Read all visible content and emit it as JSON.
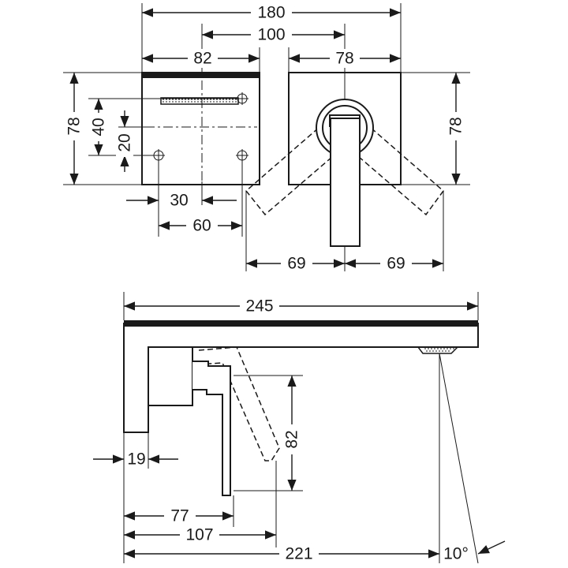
{
  "front_view": {
    "overall_width": "180",
    "handle_offset": "100",
    "plate_width_left": "82",
    "plate_width_right": "78",
    "plate_height_left": "78",
    "plate_height_right": "78",
    "hole_spacing_vertical": "40",
    "hole_offset_vertical": "20",
    "hole_offset_horizontal": "30",
    "hole_spacing_horizontal": "60",
    "lever_swing_left": "69",
    "lever_swing_right": "69"
  },
  "side_view": {
    "overall_length": "245",
    "lever_height": "82",
    "wall_plate_depth": "19",
    "lever_distance": "77",
    "lever_swing_distance": "107",
    "spout_projection": "221",
    "spout_angle": "10°"
  }
}
